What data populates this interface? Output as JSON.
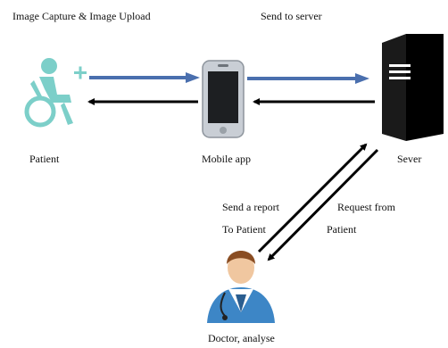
{
  "labels": {
    "capture": "Image Capture & Image Upload",
    "send_server": "Send to server",
    "patient": "Patient",
    "mobile": "Mobile app",
    "server": "Sever",
    "send_report_1": "Send a report",
    "send_report_2": "To Patient",
    "request_1": "Request from",
    "request_2": "Patient",
    "doctor": "Doctor, analyse"
  },
  "icons": {
    "patient": "wheelchair-patient-icon",
    "mobile": "smartphone-icon",
    "server": "server-tower-icon",
    "doctor": "doctor-icon"
  },
  "colors": {
    "patient_teal": "#7ccfc9",
    "arrow_blue": "#4a6fae",
    "arrow_black": "#000000",
    "server_black": "#0a0a0a",
    "phone_gray": "#b8bec6",
    "doctor_coat": "#3d86c6"
  }
}
